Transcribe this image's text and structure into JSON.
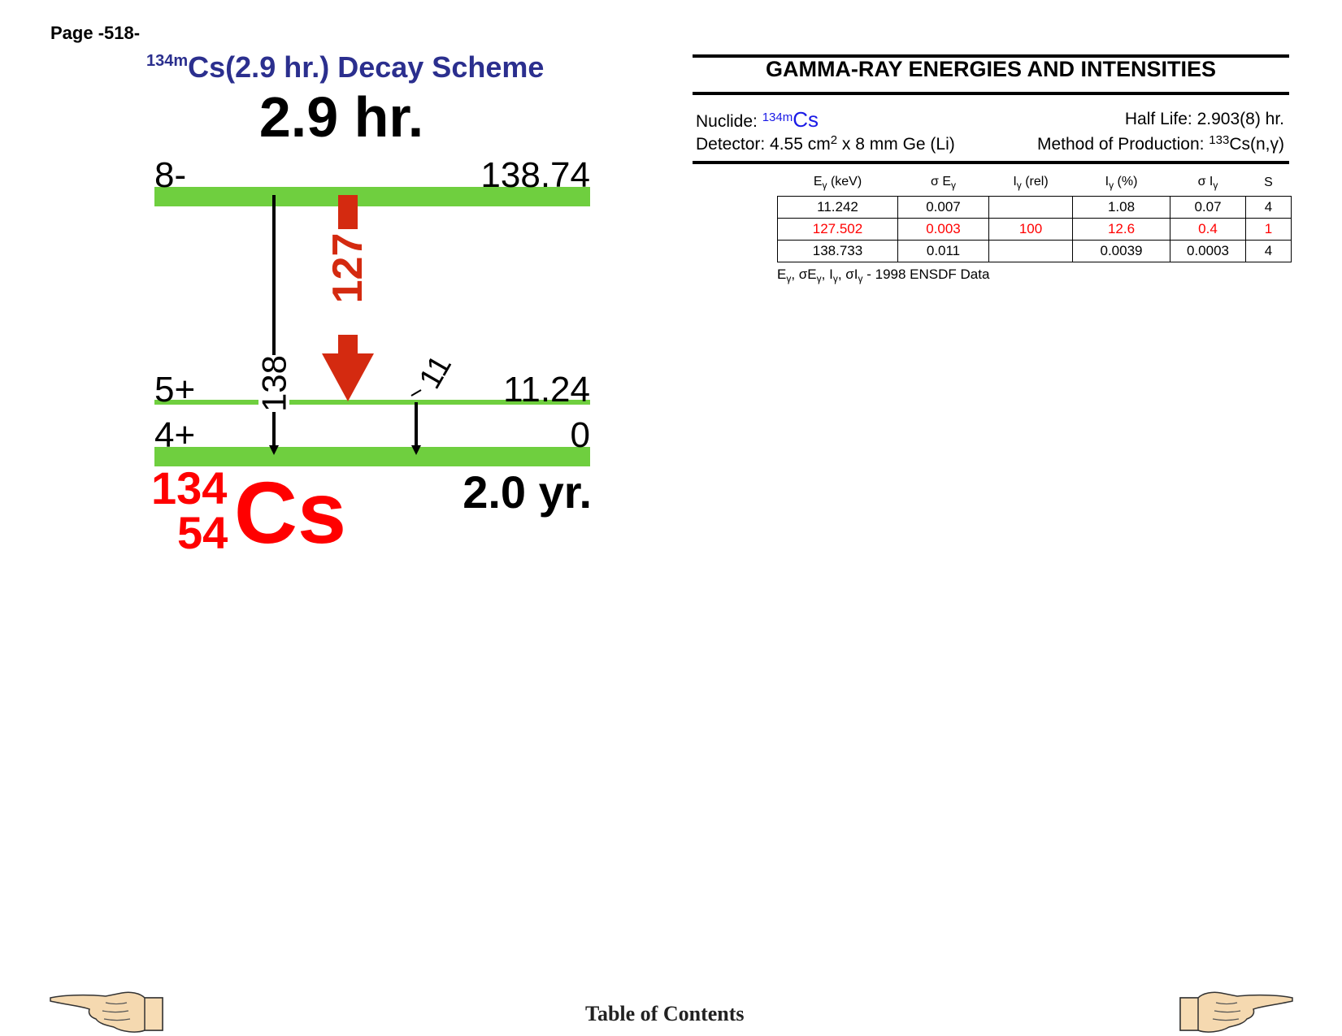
{
  "page": {
    "label": "Page -518-"
  },
  "scheme": {
    "title_prefix": "134m",
    "title_main": "Cs(2.9 hr.) Decay Scheme",
    "parent_half_life": "2.9 hr.",
    "levels": [
      {
        "spin": "8-",
        "energy": "138.74"
      },
      {
        "spin": "5+",
        "energy": "11.24"
      },
      {
        "spin": "4+",
        "energy": "0"
      }
    ],
    "transitions": [
      "127",
      "138",
      "11"
    ],
    "daughter": {
      "mass": "134",
      "atomic_number": "54",
      "symbol": "Cs",
      "half_life": "2.0 yr."
    },
    "colors": {
      "level": "#6fcf3f",
      "main_arrow": "#d42a10",
      "daughter": "#ff0000"
    }
  },
  "panel": {
    "title": "GAMMA-RAY ENERGIES AND INTENSITIES",
    "nuclide_label": "Nuclide: ",
    "nuclide_mass": "134m",
    "nuclide_symbol": "Cs",
    "half_life": "Half Life: 2.903(8) hr.",
    "detector_prefix": "Detector: 4.55 cm",
    "detector_sup": "2",
    "detector_suffix": " x 8 mm Ge (Li)",
    "production_prefix": "Method of Production: ",
    "production_sup": "133",
    "production_suffix": "Cs(n,γ)"
  },
  "table": {
    "headers": [
      {
        "main": "E",
        "sub": "γ",
        "tail": " (keV)"
      },
      {
        "main": "σ E",
        "sub": "γ",
        "tail": ""
      },
      {
        "main": "I",
        "sub": "γ",
        "tail": " (rel)"
      },
      {
        "main": "I",
        "sub": "γ",
        "tail": " (%)"
      },
      {
        "main": "σ I",
        "sub": "γ",
        "tail": ""
      },
      {
        "main": "S",
        "sub": "",
        "tail": ""
      }
    ],
    "rows": [
      [
        "11.242",
        "0.007",
        "",
        "1.08",
        "0.07",
        "4"
      ],
      [
        "127.502",
        "0.003",
        "100",
        "12.6",
        "0.4",
        "1"
      ],
      [
        "138.733",
        "0.011",
        "",
        "0.0039",
        "0.0003",
        "4"
      ]
    ],
    "highlight_row": 1
  },
  "footnote": {
    "symbols": [
      "E",
      "σE",
      "I",
      "σI"
    ],
    "sub": "γ",
    "dash": " - ",
    "source": "1998 ENSDF Data"
  },
  "footer": {
    "toc": "Table of Contents"
  },
  "icons": [
    "pointing-hand-left-icon",
    "pointing-hand-right-icon"
  ]
}
